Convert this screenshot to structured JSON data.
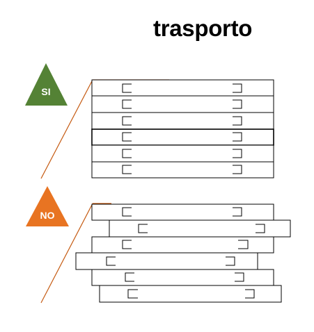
{
  "title": "trasporto",
  "labels": {
    "good": "SI",
    "bad": "NO"
  },
  "colors": {
    "good_triangle": "#548235",
    "bad_triangle": "#E87422",
    "guide_line": "#C55A11",
    "box_stroke": "#000000",
    "text": "#000000",
    "triangle_text": "#FFFFFF"
  },
  "stacks": {
    "good": {
      "box_count": 6,
      "aligned": true
    },
    "bad": {
      "box_count": 6,
      "aligned": false
    }
  }
}
